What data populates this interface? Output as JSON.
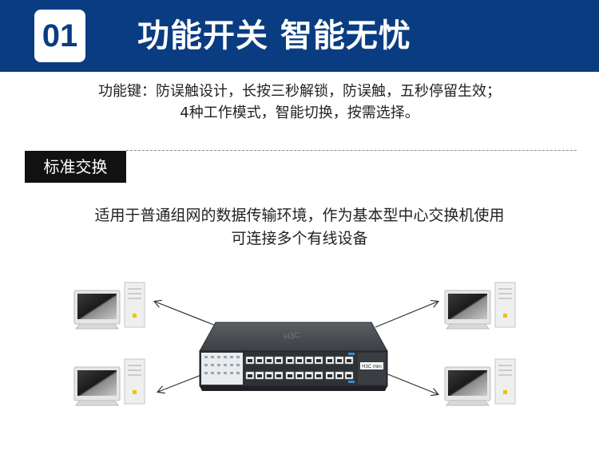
{
  "header": {
    "badge": "01",
    "title": "功能开关  智能无忧"
  },
  "intro": {
    "line1": "功能键：防误触设计，长按三秒解锁，防误触，五秒停留生效；",
    "line2": "4种工作模式，智能切换，按需选择。"
  },
  "section": {
    "tag": "标准交换",
    "line1": "适用于普通组网的数据传输环境，作为基本型中心交换机使用",
    "line2": "可连接多个有线设备"
  },
  "diagram": {
    "brand": "H3C mini"
  }
}
